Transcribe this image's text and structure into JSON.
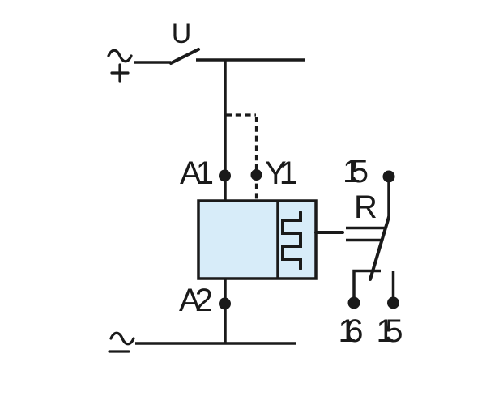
{
  "diagram": {
    "type": "relay-timer-wiring-schematic",
    "labels": {
      "supply_voltage": "U",
      "coil_terminal_a1": "A1",
      "control_terminal_y1": "Y1",
      "coil_terminal_a2": "A2",
      "contact_common_top": "15",
      "reset_function": "R",
      "contact_bottom_left": "16",
      "contact_bottom_right": "15"
    },
    "symbols": {
      "top_supply_icon": "ac-tilde-plus",
      "bottom_supply_icon": "ac-tilde-minus",
      "relay_function_icon": "pulse-squarewave",
      "switch_icon": "open-switch-blade",
      "terminal_icon": "filled-dot"
    },
    "colors": {
      "line": "#1a1a1a",
      "relay_fill": "#d7ecf9",
      "background": "#ffffff"
    }
  }
}
